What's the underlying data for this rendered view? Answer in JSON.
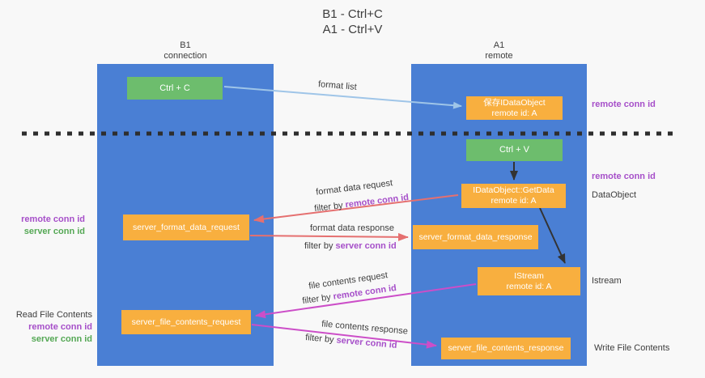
{
  "title": {
    "line1": "B1 - Ctrl+C",
    "line2": "A1 - Ctrl+V"
  },
  "lanes": {
    "left": {
      "name": "B1",
      "role": "connection"
    },
    "right": {
      "name": "A1",
      "role": "remote"
    }
  },
  "boxes": {
    "ctrl_c": "Ctrl + C",
    "ctrl_v": "Ctrl + V",
    "save_dataobject": {
      "line1": "保存IDataObject",
      "line2": "remote id: A"
    },
    "getdata": {
      "line1": "IDataObject::GetData",
      "line2": "remote id: A"
    },
    "format_request": "server_format_data_request",
    "format_response": "server_format_data_response",
    "istream": {
      "line1": "IStream",
      "line2": "remote id: A"
    },
    "file_request": "server_file_contents_request",
    "file_response": "server_file_contents_response"
  },
  "flows": {
    "format_list": "format list",
    "format_request": {
      "label": "format data request",
      "filter_prefix": "filter by ",
      "filter_key": "remote conn id"
    },
    "format_response": {
      "label": "format data response",
      "filter_prefix": "filter by ",
      "filter_key": "server conn id"
    },
    "file_request": {
      "label": "file contents request",
      "filter_prefix": "filter by ",
      "filter_key": "remote conn id"
    },
    "file_response": {
      "label": "file contents response",
      "filter_prefix": "filter by ",
      "filter_key": "server conn id"
    }
  },
  "annotations": {
    "right_remote_conn_id_1": "remote conn id",
    "right_remote_conn_id_2": "remote conn id",
    "dataobject": "DataObject",
    "istream": "Istream",
    "write_file_contents": "Write File Contents",
    "read_file_contents": "Read File Contents",
    "left_pair1": {
      "remote": "remote conn id",
      "server": "server conn id"
    },
    "left_pair2": {
      "remote": "remote conn id",
      "server": "server conn id"
    }
  },
  "colors": {
    "lane_blue": "#4a7fd4",
    "box_orange": "#f8af3f",
    "box_green": "#6dbd6d",
    "arrow_light_blue": "#9fc5e8",
    "arrow_red": "#e57070",
    "arrow_magenta": "#cc4ec8",
    "arrow_black": "#333333",
    "text_purple": "#a64fc9",
    "text_green": "#55a855",
    "dashed_line": "#2e2e2e"
  }
}
